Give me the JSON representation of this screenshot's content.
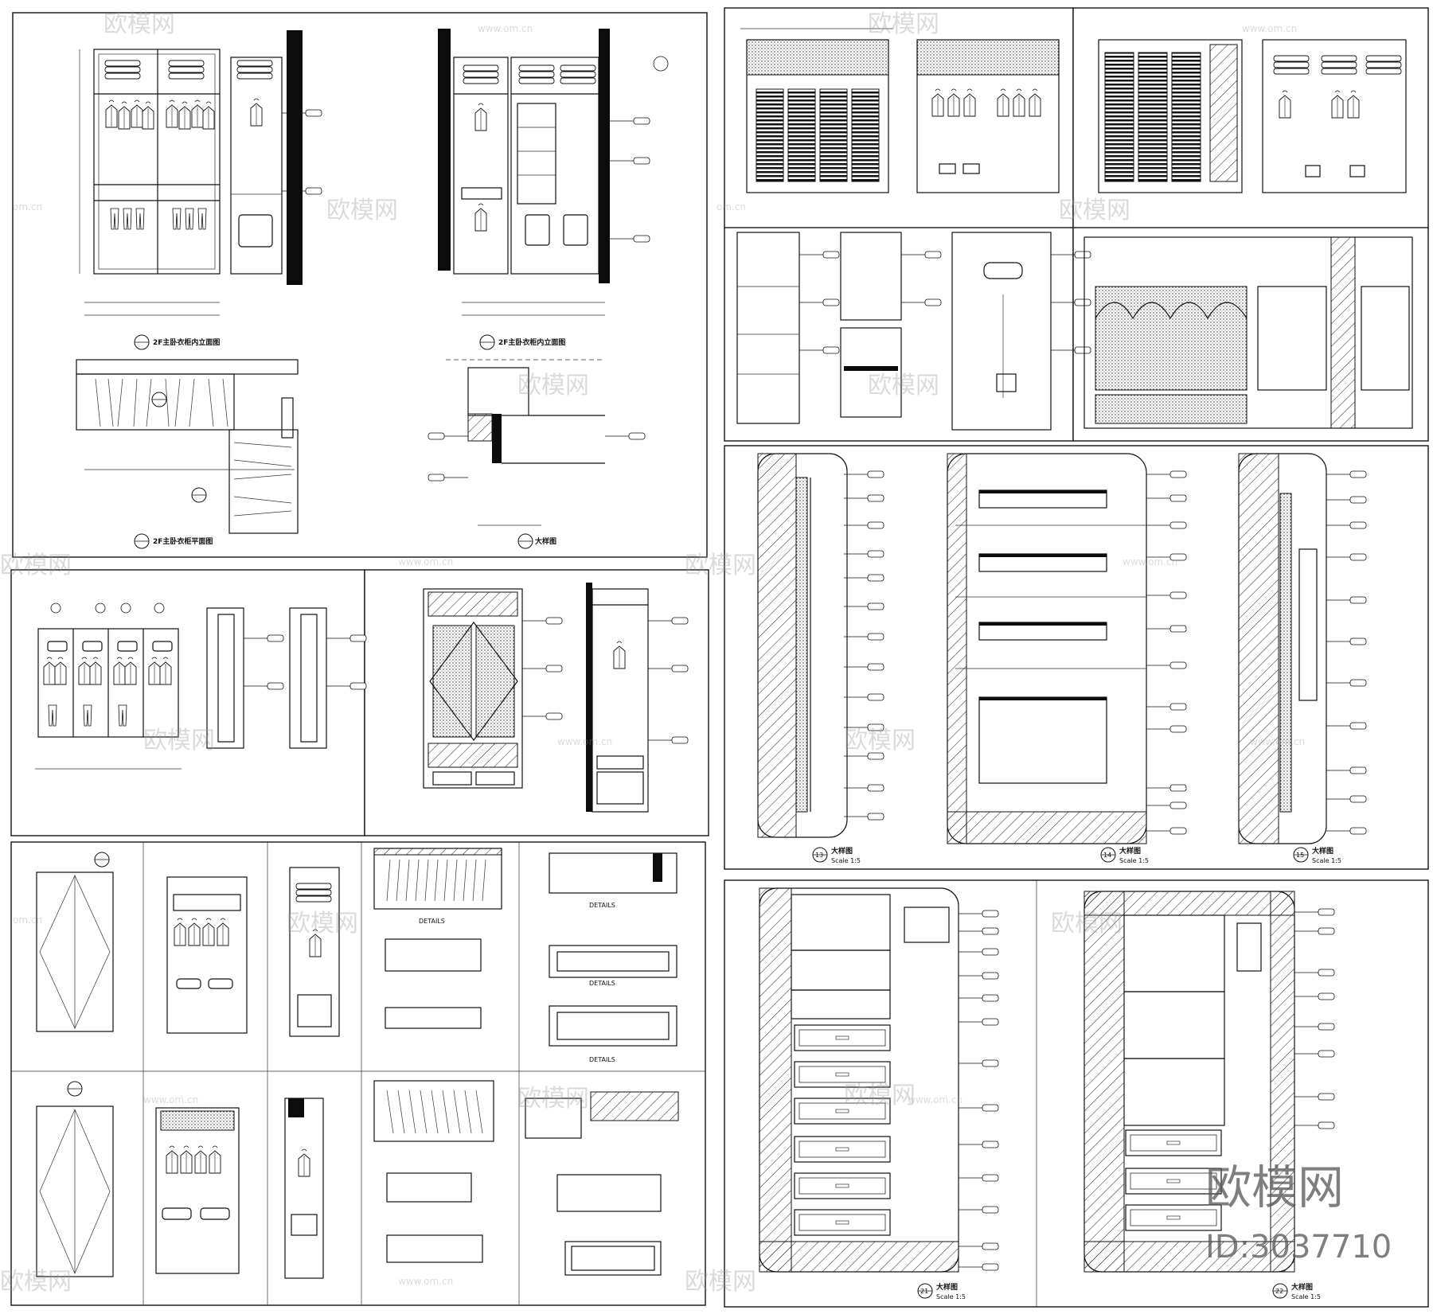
{
  "watermark": {
    "brand": "欧模网",
    "site": "www.om.cn",
    "site_short": "om.cn",
    "id_label": "ID:3037710"
  },
  "captions": {
    "detail": "大样图",
    "details": "DETAILS",
    "scale_1_5": "Scale 1:5",
    "sheet_ref_13": "13",
    "sheet_ref_14": "14",
    "sheet_ref_15": "15",
    "sheet_ref_21": "21",
    "sheet_ref_22": "22"
  },
  "drawing": {
    "kind": "wardrobe CAD construction drawings",
    "panels": 11
  }
}
